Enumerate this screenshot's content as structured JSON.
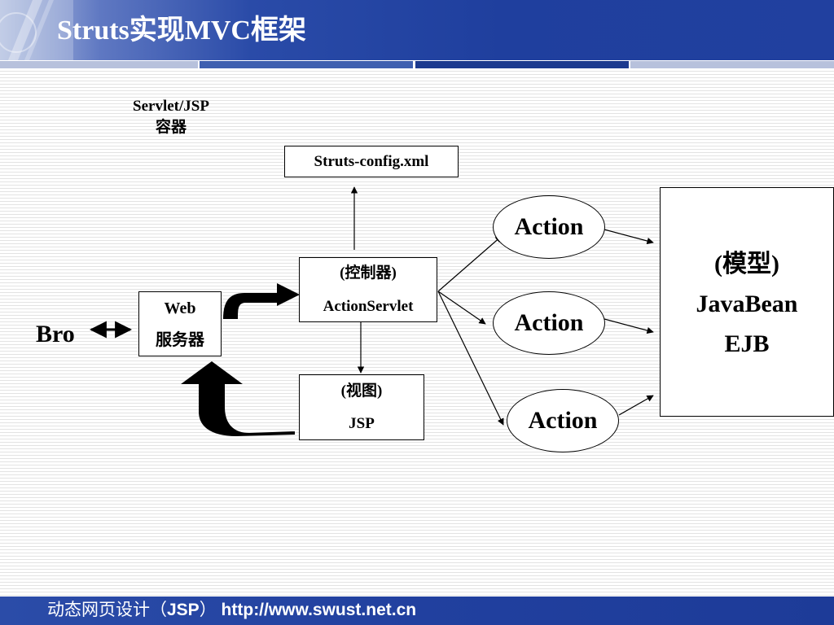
{
  "slide": {
    "title": "Struts实现MVC框架"
  },
  "diagram": {
    "container_label_line1": "Servlet/JSP",
    "container_label_line2": "容器",
    "config_file": "Struts-config.xml",
    "browser": "Bro",
    "web_server_line1": "Web",
    "web_server_line2": "服务器",
    "controller_line1": "(控制器)",
    "controller_line2": "ActionServlet",
    "view_line1": "(视图)",
    "view_line2": "JSP",
    "actions": [
      "Action",
      "Action",
      "Action"
    ],
    "model_line1": "(模型)",
    "model_line2": "JavaBean",
    "model_line3": "EJB"
  },
  "footer": {
    "course": "动态网页设计（",
    "course_bold": "JSP",
    "course_end": "）",
    "url": "http://www.swust.net.cn"
  }
}
